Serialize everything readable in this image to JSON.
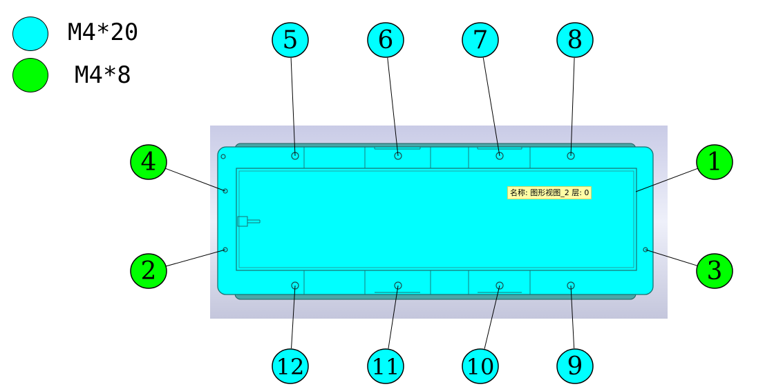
{
  "legend": {
    "items": [
      {
        "label": "M4*20",
        "color": "#00ffff"
      },
      {
        "label": "M4*8",
        "color": "#00ff00"
      }
    ]
  },
  "tooltip": {
    "text": "名称: 图形视图_2  层: 0"
  },
  "colors": {
    "screw_long": "#00ffff",
    "screw_short": "#00ff00",
    "part_fill": "#00ffff",
    "part_outline": "#1a6f6f",
    "view_background": "#d6d8ee",
    "tooltip_background": "#ffffa6"
  },
  "callouts": [
    {
      "number": "1",
      "type": "M4*8"
    },
    {
      "number": "2",
      "type": "M4*8"
    },
    {
      "number": "3",
      "type": "M4*8"
    },
    {
      "number": "4",
      "type": "M4*8"
    },
    {
      "number": "5",
      "type": "M4*20"
    },
    {
      "number": "6",
      "type": "M4*20"
    },
    {
      "number": "7",
      "type": "M4*20"
    },
    {
      "number": "8",
      "type": "M4*20"
    },
    {
      "number": "9",
      "type": "M4*20"
    },
    {
      "number": "10",
      "type": "M4*20"
    },
    {
      "number": "11",
      "type": "M4*20"
    },
    {
      "number": "12",
      "type": "M4*20"
    }
  ]
}
